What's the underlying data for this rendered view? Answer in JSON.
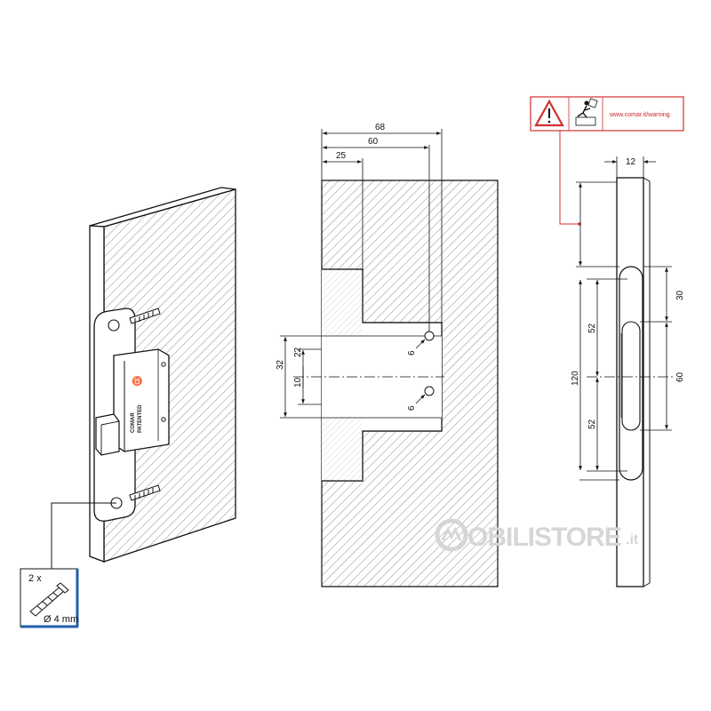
{
  "dimensions": {
    "overall_depth": "68",
    "center_depth": "60",
    "face_depth": "25",
    "slot_height": "32",
    "inner_height": "22",
    "center_gap": "10",
    "hole_dia_top": "6",
    "hole_dia_bottom": "6",
    "plate_width": "12",
    "top_offset": "30",
    "hole_spacing_upper": "52",
    "hole_spacing_lower": "52",
    "plate_length": "120",
    "slot_length": "60"
  },
  "screw_box": {
    "quantity": "2 x",
    "diameter": "Ø 4 mm"
  },
  "warning": {
    "url": "www.comar.it/warning",
    "icon": "warning-triangle-icon"
  },
  "product": {
    "stamp_brand": "COMAR",
    "stamp_text": "PATENTED"
  },
  "watermark": {
    "text": "OBILISTORE",
    "suffix": ".it"
  },
  "colors": {
    "line": "#111111",
    "hatch": "#9a9a9a",
    "warning_red": "#d32f2f",
    "box_blue": "#1f5fa8",
    "watermark": "#d6d6d6"
  }
}
